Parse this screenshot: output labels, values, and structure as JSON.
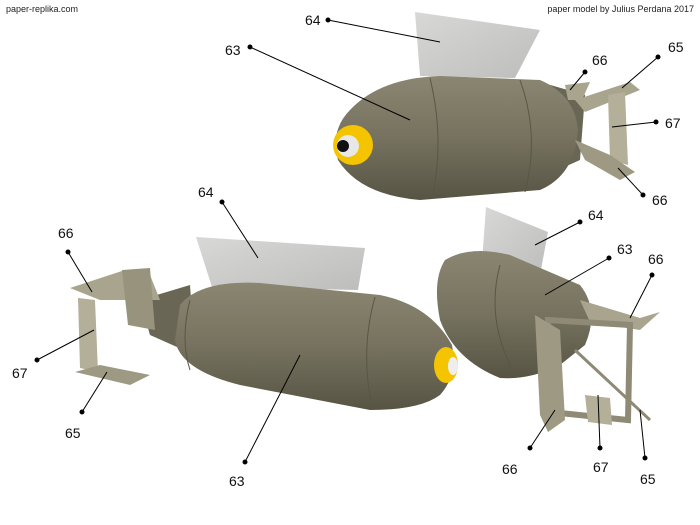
{
  "header": {
    "site": "paper-replika.com",
    "credit": "paper model by Julius Perdana 2017"
  },
  "colors": {
    "body": "#76725f",
    "body_dark": "#5e5a4a",
    "fin": "#cfcfcd",
    "tail": "#a9a48e",
    "nose": "#f5c400"
  },
  "labels": {
    "top": {
      "l64": "64",
      "l63": "63",
      "l66a": "66",
      "l65": "65",
      "l67": "67",
      "l66b": "66"
    },
    "left": {
      "l64": "64",
      "l66": "66",
      "l67": "67",
      "l65": "65",
      "l63": "63"
    },
    "right": {
      "l64": "64",
      "l63": "63",
      "l66a": "66",
      "l66b": "66",
      "l67": "67",
      "l65": "65"
    }
  }
}
